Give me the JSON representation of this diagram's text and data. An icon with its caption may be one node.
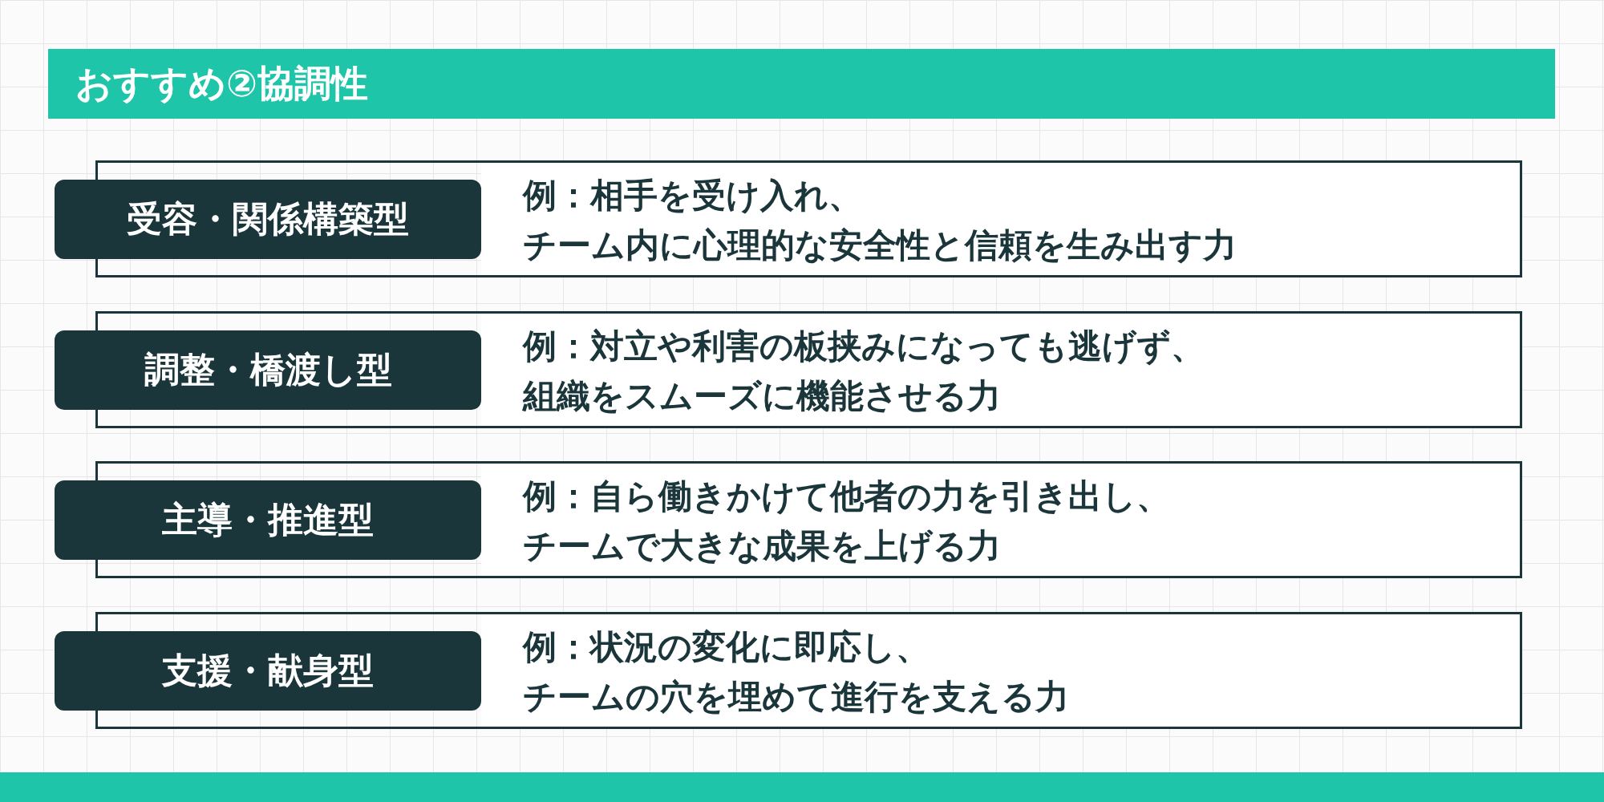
{
  "diagram": {
    "title": "おすすめ②協調性",
    "nodes": [
      {
        "text": [
          "受容・関係構築型"
        ]
      },
      {
        "text": [
          "例：相手を受け入れ、",
          "チーム内に心理的な安全性と信頼を生み出す力"
        ]
      },
      {
        "text": [
          "調整・橋渡し型"
        ]
      },
      {
        "text": [
          "例：対立や利害の板挟みになっても逃げず、",
          "組織をスムーズに機能させる力"
        ]
      },
      {
        "text": [
          "主導・推進型"
        ]
      },
      {
        "text": [
          "例：自ら働きかけて他者の力を引き出し、",
          "チームで大きな成果を上げる力"
        ]
      },
      {
        "text": [
          "支援・献身型"
        ]
      },
      {
        "text": [
          "例：状況の変化に即応し、",
          "チームの穴を埋めて進行を支える力"
        ]
      }
    ]
  }
}
